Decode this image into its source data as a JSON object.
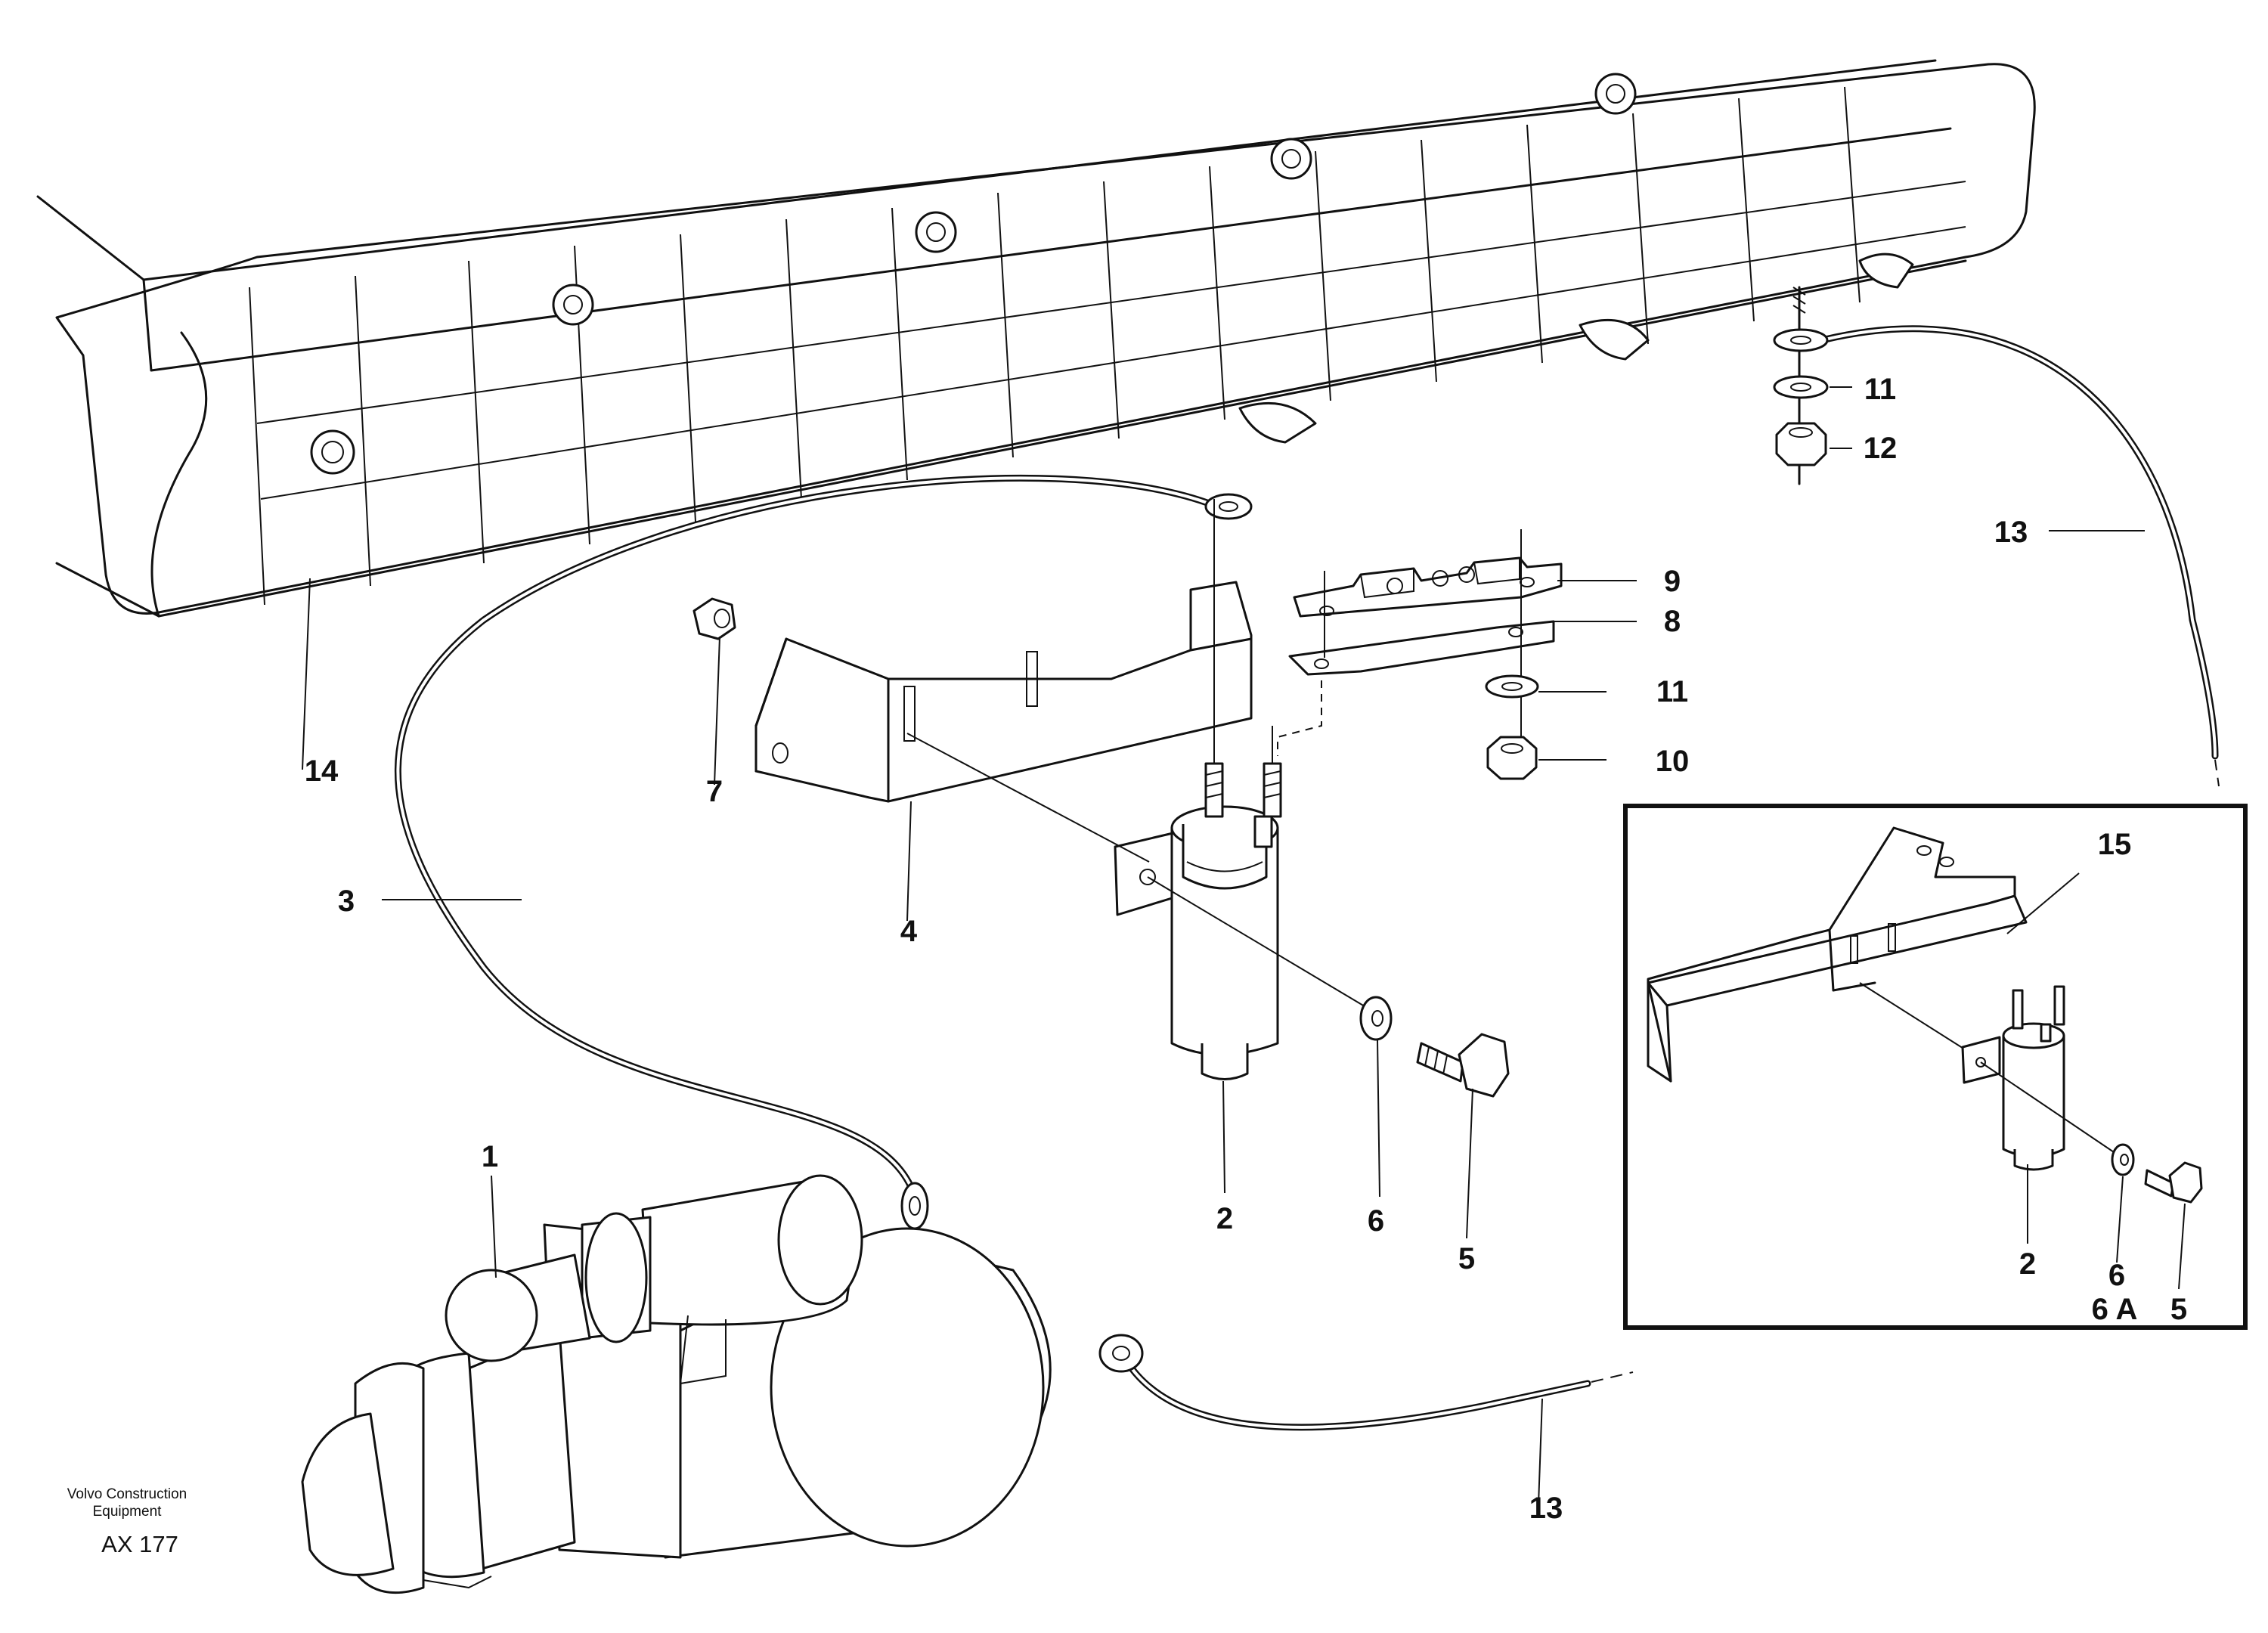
{
  "labels": {
    "p1": "1",
    "p2": "2",
    "p3": "3",
    "p4": "4",
    "p5": "5",
    "p6": "6",
    "p7": "7",
    "p8": "8",
    "p9": "9",
    "p10": "10",
    "p11a": "11",
    "p11b": "11",
    "p12": "12",
    "p13a": "13",
    "p13b": "13",
    "p14": "14",
    "p15": "15",
    "inset_p2": "2",
    "inset_p6": "6",
    "inset_p5": "5",
    "inset_variant": "6 A"
  },
  "footer": {
    "brand_line1": "Volvo Construction",
    "brand_line2": "Equipment",
    "code": "AX 177"
  }
}
